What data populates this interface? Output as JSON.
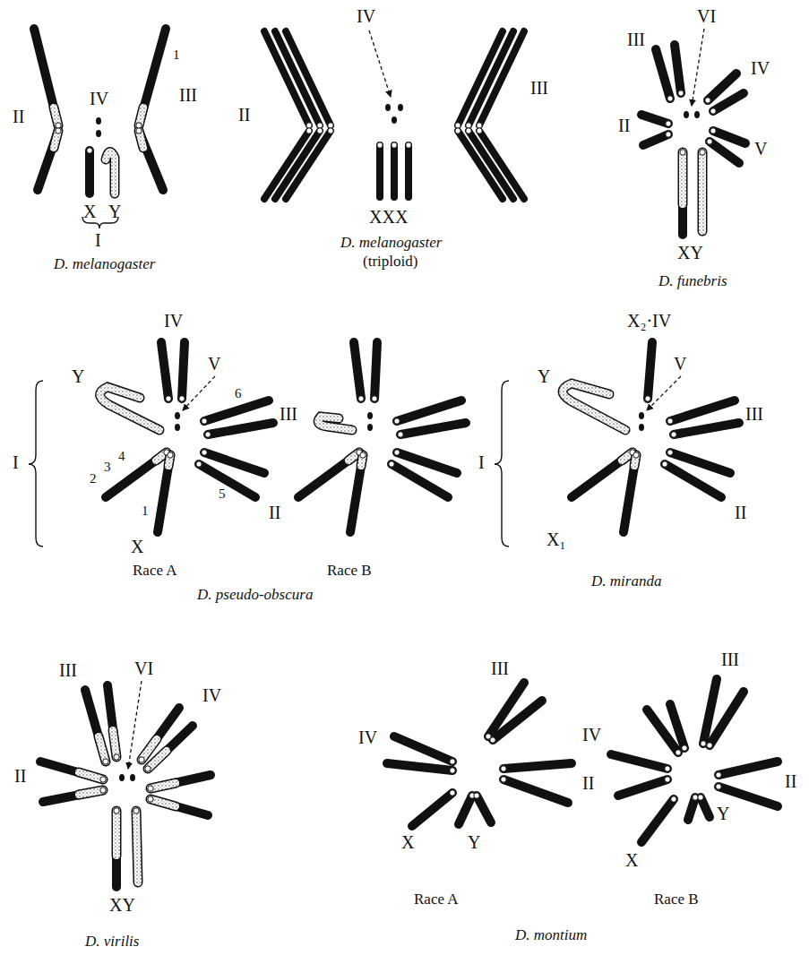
{
  "diagram": {
    "labels": [
      "II",
      "IV",
      "III",
      "1",
      "X",
      "Y",
      "I",
      "D. melanogaster",
      "IV",
      "II",
      "III",
      "XXX",
      "D. melanogaster",
      "(triploid)",
      "III",
      "VI",
      "IV",
      "II",
      "V",
      "XY",
      "D. funebris",
      "IV",
      "V",
      "Y",
      "I",
      "III",
      "6",
      "2",
      "3",
      "4",
      "X",
      "1",
      "5",
      "II",
      "Race A",
      "Race B",
      "D. pseudo-obscura",
      "Y",
      "X₂·IV",
      "V",
      "III",
      "I",
      "II",
      "X₁",
      "D. miranda",
      "III",
      "VI",
      "IV",
      "II",
      "XY",
      "D. virilis",
      "III",
      "IV",
      "II",
      "X",
      "Y",
      "Race A",
      "III",
      "IV",
      "II",
      "X",
      "Y",
      "Race B",
      "D. montium"
    ]
  }
}
